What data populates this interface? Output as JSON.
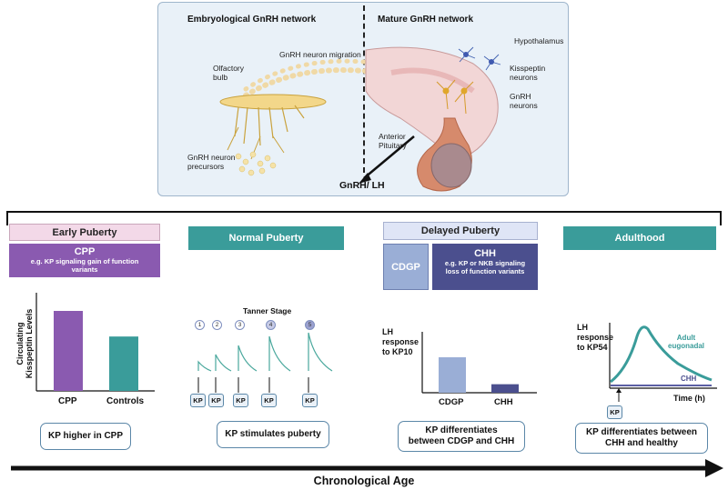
{
  "top_panel": {
    "embryo_title": "Embryological GnRH network",
    "mature_title": "Mature GnRH network",
    "migration": "GnRH neuron migration",
    "olfactory": [
      "Olfactory",
      "bulb"
    ],
    "precursors": [
      "GnRH neuron",
      "precursors"
    ],
    "hypothalamus": "Hypothalamus",
    "kisspeptin": [
      "Kisspeptin",
      "neurons"
    ],
    "gnrh_neurons": [
      "GnRH",
      "neurons"
    ],
    "pituitary": [
      "Anterior",
      "Pituitary"
    ],
    "output": "GnRH/ LH"
  },
  "colors": {
    "teal": "#3a9c9a",
    "purple": "#8a5ab0",
    "pink": "#f3d9e8",
    "lavender": "#dfe5f6",
    "cdgp": "#9aaed6",
    "chh": "#4b4f8e"
  },
  "stages": {
    "early": {
      "title": "Early Puberty",
      "box_title": "CPP",
      "box_sub": [
        "e.g. KP signaling  gain of function",
        "variants"
      ],
      "ylabel": [
        "Circulating",
        "Kisspeptin Levels"
      ],
      "bars": [
        "CPP",
        "Controls"
      ],
      "callout": "KP higher in CPP"
    },
    "normal": {
      "title": "Normal Puberty",
      "tanner": "Tanner Stage",
      "stage_numbers": [
        "1",
        "2",
        "3",
        "4",
        "5"
      ],
      "kp": "KP",
      "callout": "KP stimulates puberty"
    },
    "delayed": {
      "title": "Delayed Puberty",
      "cdgp": "CDGP",
      "chh": "CHH",
      "chh_sub": [
        "e.g. KP or NKB signaling",
        "loss of function variants"
      ],
      "ylabel": [
        "LH",
        "response",
        "to KP10"
      ],
      "bars": [
        "CDGP",
        "CHH"
      ],
      "callout": [
        "KP differentiates",
        "between CDGP and CHH"
      ]
    },
    "adult": {
      "title": "Adulthood",
      "ylabel": [
        "LH",
        "response",
        "to KP54"
      ],
      "series1": [
        "Adult",
        "eugonadal"
      ],
      "series2": "CHH",
      "xlabel": "Time (h)",
      "kp": "KP",
      "callout": [
        "KP differentiates between",
        "CHH and healthy"
      ]
    }
  },
  "axis": "Chronological Age",
  "chart_data": [
    {
      "type": "bar",
      "categories": [
        "CPP",
        "Controls"
      ],
      "values": [
        1.0,
        0.68
      ],
      "ylabel": "Circulating Kisspeptin Levels"
    },
    {
      "type": "bar",
      "categories": [
        "CDGP",
        "CHH"
      ],
      "values": [
        1.0,
        0.24
      ],
      "ylabel": "LH response to KP10"
    }
  ]
}
